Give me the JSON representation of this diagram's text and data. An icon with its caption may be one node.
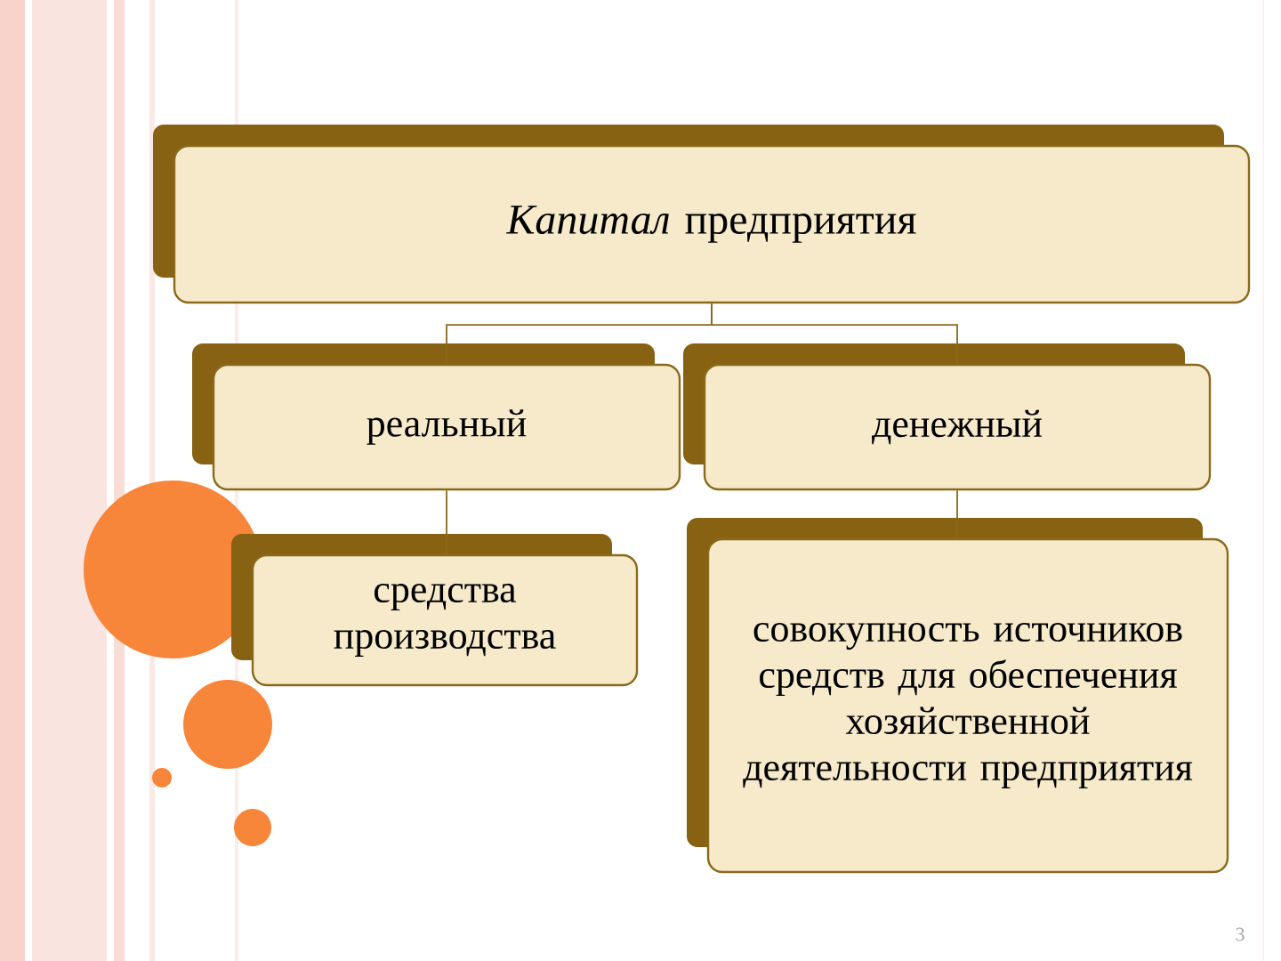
{
  "diagram": {
    "nodes": [
      {
        "text": [
          "*Капитал* предприятия"
        ]
      },
      {
        "text": [
          "реальный"
        ]
      },
      {
        "text": [
          "денежный"
        ]
      },
      {
        "text": [
          "средства производства"
        ]
      },
      {
        "text": [
          "совокупность источников средств для обеспечения хозяйственной деятельности предприятия"
        ]
      }
    ],
    "edges": [
      {
        "from": 0,
        "to": 1,
        "arrow": "none"
      },
      {
        "from": 0,
        "to": 2,
        "arrow": "none"
      },
      {
        "from": 1,
        "to": 3,
        "arrow": "none"
      },
      {
        "from": 2,
        "to": 4,
        "arrow": "none"
      }
    ],
    "labels": [
      "3"
    ]
  }
}
